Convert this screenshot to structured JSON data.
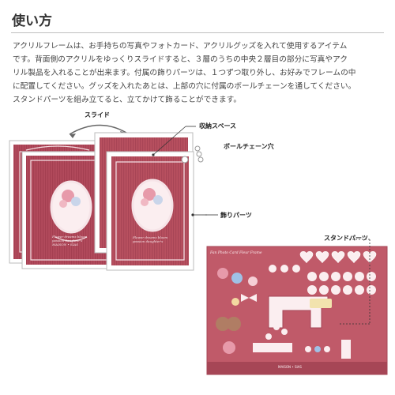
{
  "section": {
    "title": "使い方"
  },
  "description": {
    "lines": [
      "アクリルフレームは、お手持ちの写真やフォトカード、アクリルグッズを入れて使用するアイテム",
      "です。背面側のアクリルをゆっくりスライドすると、３層のうちの中央２層目の部分に写真やアク",
      "リル製品を入れることが出来ます。付属の飾りパーツは、１つずつ取り外し、お好みでフレームの中",
      "に配置してください。グッズを入れたあとは、上部の穴に付属のボールチェーンを通してください。",
      "スタンドパーツを組み立てると、立てかけて飾ることができます。"
    ]
  },
  "figure": {
    "slide_label": "スライド",
    "callouts": {
      "storage": "収納スペース",
      "ball_chain": "ボールチェーン穴",
      "decor": "飾りパーツ",
      "stand": "スタンドパーツ"
    },
    "frame_caption_lines": [
      "Flower dreams bloom",
      "passion daughter's"
    ],
    "frame_brand": "MAISON • SIAS",
    "sheet_title": "Fan Photo Card Fleur Frame",
    "sheet_brand": "MAISON • SIAS",
    "colors": {
      "frame": "#b24a5c",
      "frame_dark": "#8f3344",
      "cream": "#fbeef0",
      "gold": "#e9c9cf"
    }
  }
}
